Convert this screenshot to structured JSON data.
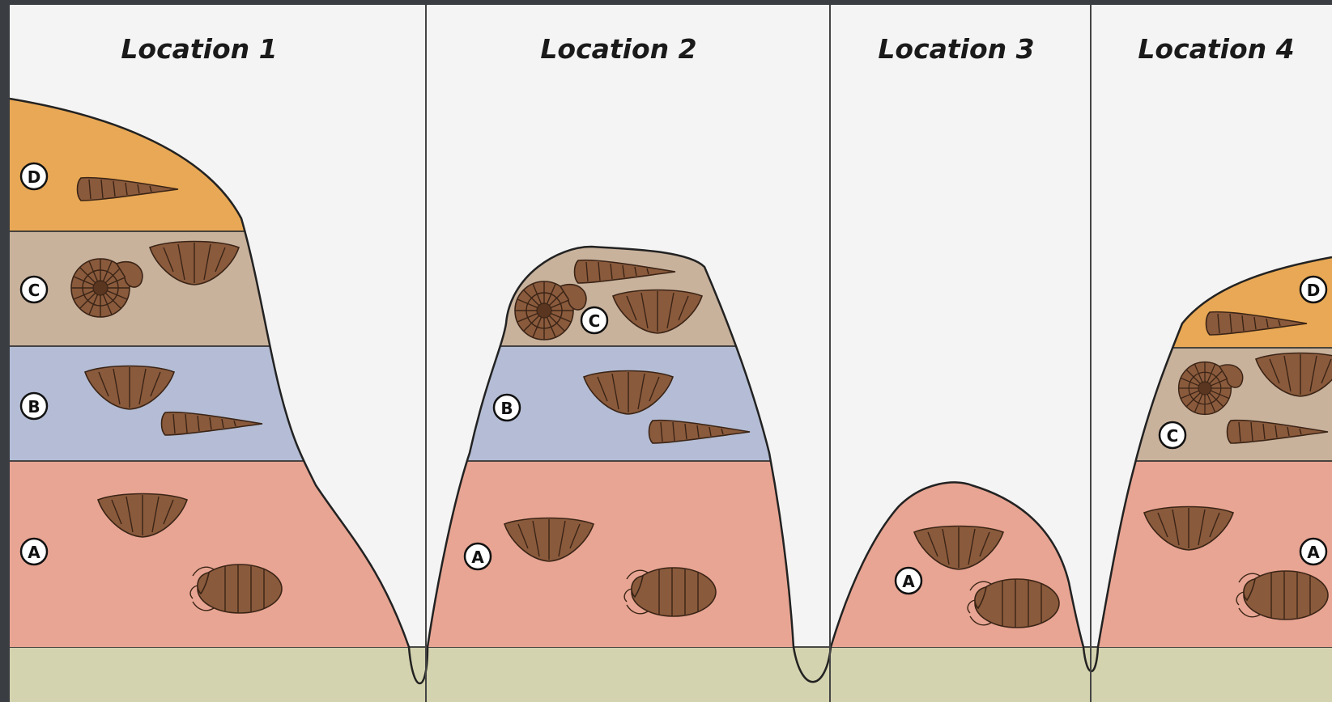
{
  "locations": [
    {
      "title": "Location 1",
      "layers": [
        "D",
        "C",
        "B",
        "A"
      ]
    },
    {
      "title": "Location 2",
      "layers": [
        "C",
        "B",
        "A"
      ]
    },
    {
      "title": "Location 3",
      "layers": [
        "A"
      ]
    },
    {
      "title": "Location 4",
      "layers": [
        "D",
        "C",
        "A"
      ]
    }
  ],
  "colors": {
    "sky": "#f4f4f4",
    "layer_D": "#e8a855",
    "layer_C": "#c9b29c",
    "layer_B": "#b4bdd5",
    "layer_A": "#e8a593",
    "bedrock": "#d4d3af",
    "frame": "#3a3d42"
  }
}
